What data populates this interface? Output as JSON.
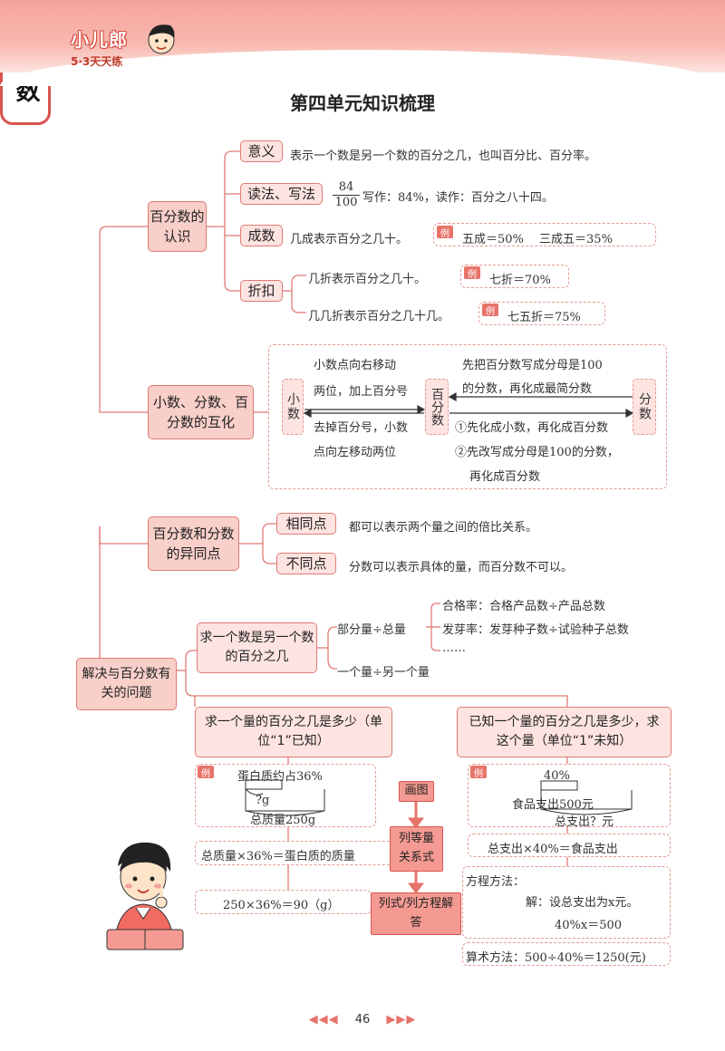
{
  "header": {
    "logo_line1": "小儿郎",
    "logo_line2": "5·3天天练"
  },
  "page_title": "第四单元知识梳理",
  "root": "百分数",
  "section1": {
    "label": "百分数的认识",
    "meaning_label": "意义",
    "meaning_text": "表示一个数是另一个数的百分之几，也叫百分比、百分率。",
    "read_label": "读法、写法",
    "read_num": "84",
    "read_den": "100",
    "read_text": "写作：84%，读作：百分之八十四。",
    "cheng_label": "成数",
    "cheng_text": "几成表示百分之几十。",
    "cheng_example": "五成＝50%　 三成五＝35%",
    "zhe_label": "折扣",
    "zhe_text1": "几折表示百分之几十。",
    "zhe_example1": "七折＝70%",
    "zhe_text2": "几几折表示百分之几十几。",
    "zhe_example2": "七五折＝75%",
    "example_tag": "例"
  },
  "section2": {
    "label": "小数、分数、百分数的互化",
    "decimal": "小数",
    "percent": "百分数",
    "fraction": "分数",
    "d2p_1": "小数点向右移动",
    "d2p_2": "两位，加上百分号",
    "p2d_1": "去掉百分号，小数",
    "p2d_2": "点向左移动两位",
    "p2f_1": "先把百分数写成分母是100",
    "p2f_2": "的分数，再化成最简分数",
    "f2p_1": "①先化成小数，再化成百分数",
    "f2p_2": "②先改写成分母是100的分数，",
    "f2p_3": "再化成百分数"
  },
  "section3": {
    "label": "百分数和分数的异同点",
    "same_label": "相同点",
    "same_text": "都可以表示两个量之间的倍比关系。",
    "diff_label": "不同点",
    "diff_text": "分数可以表示具体的量，而百分数不可以。"
  },
  "section4": {
    "label": "解决与百分数有关的问题",
    "q1_label": "求一个数是另一个数的百分之几",
    "q1_part": "部分量÷总量",
    "q1_rate1": "合格率：合格产品数÷产品总数",
    "q1_rate2": "发芽率：发芽种子数÷试验种子总数",
    "q1_rate3": "……",
    "q1_other": "一个量÷另一个量",
    "q2_label": "求一个量的百分之几是多少（单位“1”已知）",
    "q2_ex1": "蛋白质约占36%",
    "q2_ex2": "?g",
    "q2_ex3": "总质量250g",
    "q2_formula": "总质量×36%＝蛋白质的质量",
    "q2_calc": "250×36%＝90（g）",
    "steps": [
      "画图",
      "列等量关系式",
      "列式/列方程解答"
    ],
    "q3_label": "已知一个量的百分之几是多少，求这个量（单位“1”未知）",
    "q3_ex1": "40%",
    "q3_ex2": "食品支出500元",
    "q3_ex3": "总支出？元",
    "q3_formula": "总支出×40%＝食品支出",
    "q3_eq_title": "方程方法：",
    "q3_eq1": "解：设总支出为x元。",
    "q3_eq2": "40%x＝500",
    "q3_arith": "算术方法：500÷40%＝1250(元)"
  },
  "footer": {
    "page_number": "46",
    "arrows_left": "◀◀◀",
    "arrows_right": "▶▶▶"
  }
}
